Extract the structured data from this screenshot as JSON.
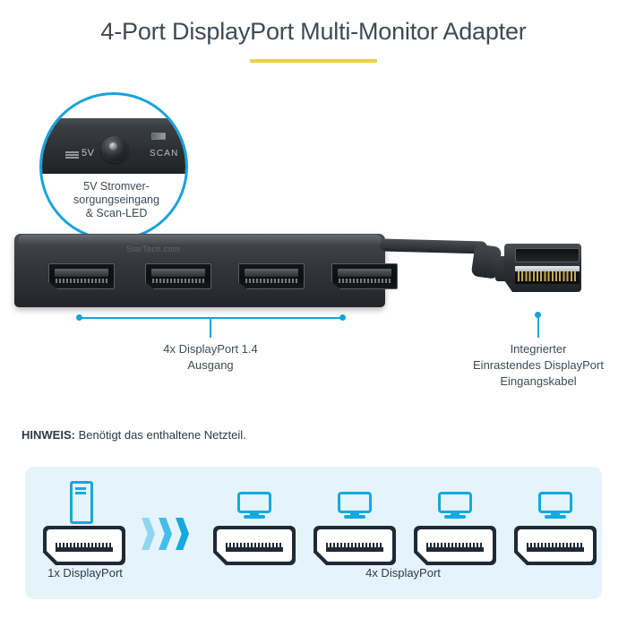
{
  "header": {
    "title": "4-Port DisplayPort Multi-Monitor Adapter",
    "accent_color": "#f0cf4e"
  },
  "theme": {
    "brand_blue": "#17a3dc",
    "icon_blue": "#14a9e0",
    "panel_bg": "#e5f4fb",
    "dark_navy": "#1f2937",
    "text": "#3f4a55"
  },
  "callout": {
    "caption_line1": "5V Stromver-",
    "caption_line2": "sorgungseingang",
    "caption_line3": "& Scan-LED",
    "port_label_power": "5V",
    "port_label_scan": "SCAN"
  },
  "device": {
    "brand_name": "StarTech",
    "brand_suffix": ".com",
    "port_count": 4
  },
  "annotations": {
    "left_line1": "4x DisplayPort 1.4",
    "left_line2": "Ausgang",
    "right_line1": "Integrierter",
    "right_line2": "Einrastendes DisplayPort",
    "right_line3": "Eingangskabel"
  },
  "note": {
    "prefix": "HINWEIS:",
    "text": "Benötigt das enthaltene Netzteil."
  },
  "diagram": {
    "input_label": "1x DisplayPort",
    "output_label": "4x DisplayPort",
    "input_count": 1,
    "output_count": 4,
    "arrow_count": 3,
    "source_icon": "desktop-tower-icon",
    "target_icon": "monitor-icon",
    "connector_icon": "displayport-icon"
  }
}
